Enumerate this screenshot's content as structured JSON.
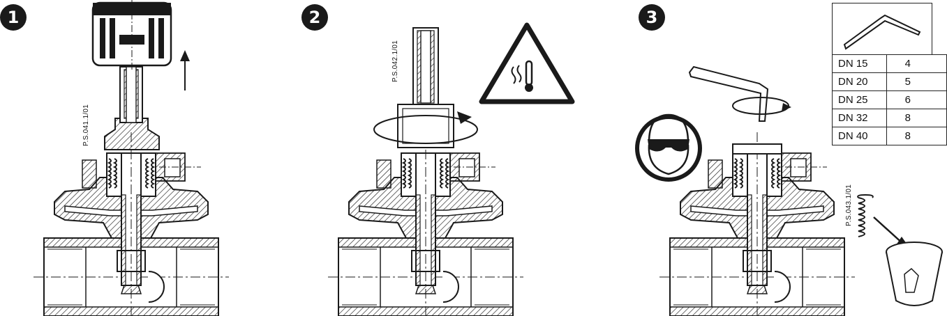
{
  "steps": [
    {
      "number": "1",
      "reference": "P.S.041.1/01"
    },
    {
      "number": "2",
      "reference": "P.S.042.1/01"
    },
    {
      "number": "3",
      "reference": "P.S.043.1/01"
    }
  ],
  "key_table": {
    "rows": [
      {
        "dn": "DN 15",
        "size": "4"
      },
      {
        "dn": "DN 20",
        "size": "5"
      },
      {
        "dn": "DN 25",
        "size": "6"
      },
      {
        "dn": "DN 32",
        "size": "8"
      },
      {
        "dn": "DN 40",
        "size": "8"
      }
    ]
  },
  "icons": [
    "hot-surface-warning-icon",
    "safety-goggles-icon",
    "trash-bin-icon",
    "hex-key-icon",
    "rotation-arrow-icon",
    "up-arrow-icon"
  ],
  "colors": {
    "line": "#1a1a1a",
    "background": "#ffffff"
  }
}
